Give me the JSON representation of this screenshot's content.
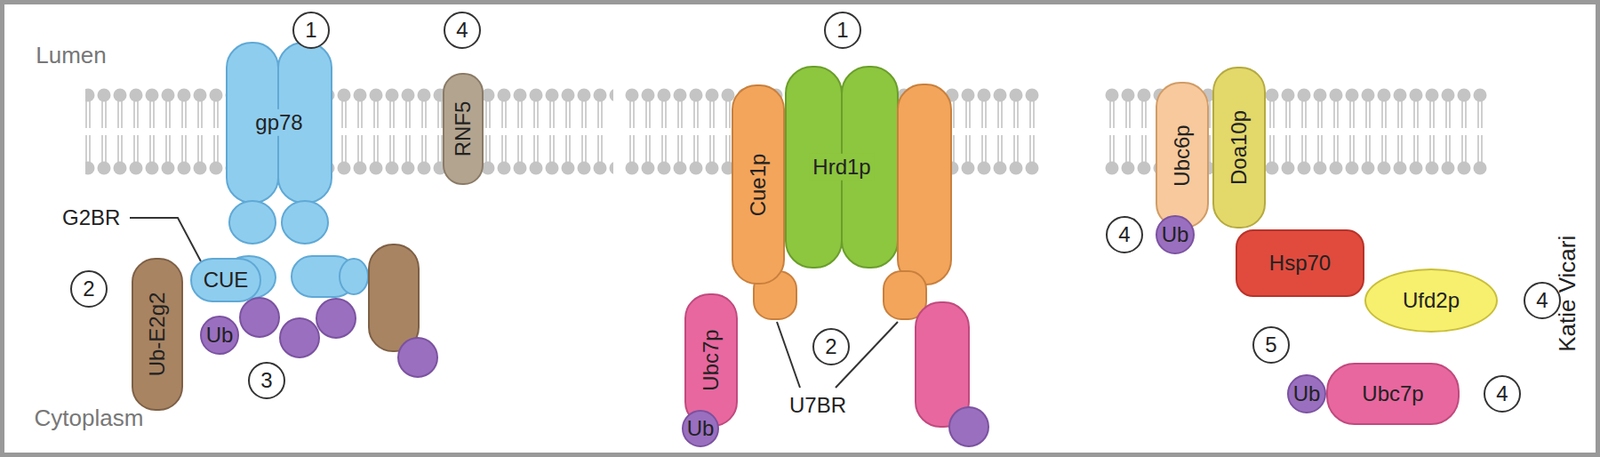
{
  "diagram": {
    "nodes": [
      {
        "text": [
          "gp78"
        ]
      },
      {
        "text": [
          "CUE"
        ]
      },
      {
        "text": [
          "RNF5"
        ]
      },
      {
        "text": [
          "Ub-E2g2"
        ]
      },
      {
        "text": [
          "Ub"
        ]
      },
      {
        "text": [
          "Cue1p"
        ]
      },
      {
        "text": [
          "Hrd1p"
        ]
      },
      {
        "text": [
          "Ubc7p"
        ]
      },
      {
        "text": [
          "Ub"
        ]
      },
      {
        "text": [
          "Ubc6p"
        ]
      },
      {
        "text": [
          "Doa10p"
        ]
      },
      {
        "text": [
          "Ub"
        ]
      },
      {
        "text": [
          "Hsp70"
        ]
      },
      {
        "text": [
          "Ufd2p"
        ]
      },
      {
        "text": [
          "Ub"
        ]
      },
      {
        "text": [
          "Ubc7p"
        ]
      }
    ],
    "labels": [
      "Lumen",
      "Cytoplasm",
      "1",
      "4",
      "G2BR",
      "2",
      "3",
      "1",
      "2",
      "U7BR",
      "4",
      "4",
      "5",
      "4",
      "Katie Vicari"
    ]
  }
}
